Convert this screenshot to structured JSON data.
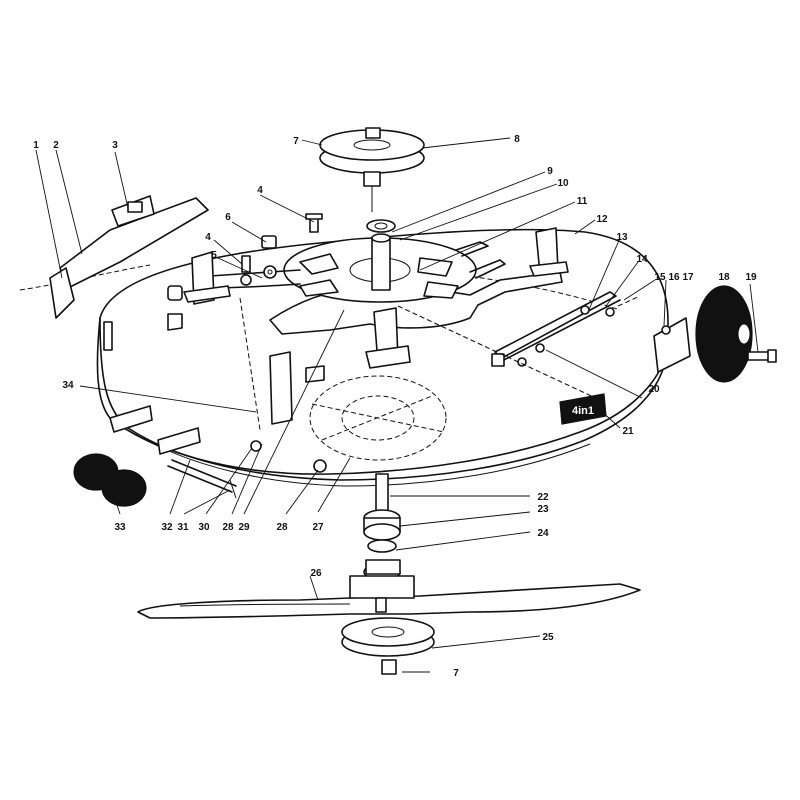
{
  "callouts": [
    {
      "id": "c1",
      "text": "1"
    },
    {
      "id": "c2",
      "text": "2"
    },
    {
      "id": "c3",
      "text": "3"
    },
    {
      "id": "c4a",
      "text": "4"
    },
    {
      "id": "c4b",
      "text": "4"
    },
    {
      "id": "c5",
      "text": "5"
    },
    {
      "id": "c6",
      "text": "6"
    },
    {
      "id": "c7a",
      "text": "7"
    },
    {
      "id": "c7b",
      "text": "7"
    },
    {
      "id": "c8",
      "text": "8"
    },
    {
      "id": "c9",
      "text": "9"
    },
    {
      "id": "c10",
      "text": "10"
    },
    {
      "id": "c11",
      "text": "11"
    },
    {
      "id": "c12",
      "text": "12"
    },
    {
      "id": "c13",
      "text": "13"
    },
    {
      "id": "c14",
      "text": "14"
    },
    {
      "id": "c15",
      "text": "15"
    },
    {
      "id": "c16",
      "text": "16"
    },
    {
      "id": "c17",
      "text": "17"
    },
    {
      "id": "c18",
      "text": "18"
    },
    {
      "id": "c19",
      "text": "19"
    },
    {
      "id": "c20",
      "text": "20"
    },
    {
      "id": "c21",
      "text": "21"
    },
    {
      "id": "c22",
      "text": "22"
    },
    {
      "id": "c23",
      "text": "23"
    },
    {
      "id": "c24",
      "text": "24"
    },
    {
      "id": "c25",
      "text": "25"
    },
    {
      "id": "c26",
      "text": "26"
    },
    {
      "id": "c27",
      "text": "27"
    },
    {
      "id": "c28a",
      "text": "28"
    },
    {
      "id": "c28b",
      "text": "28"
    },
    {
      "id": "c29",
      "text": "29"
    },
    {
      "id": "c30",
      "text": "30"
    },
    {
      "id": "c31",
      "text": "31"
    },
    {
      "id": "c32",
      "text": "32"
    },
    {
      "id": "c33",
      "text": "33"
    },
    {
      "id": "c34",
      "text": "34"
    }
  ],
  "deck_logo": "4in1"
}
